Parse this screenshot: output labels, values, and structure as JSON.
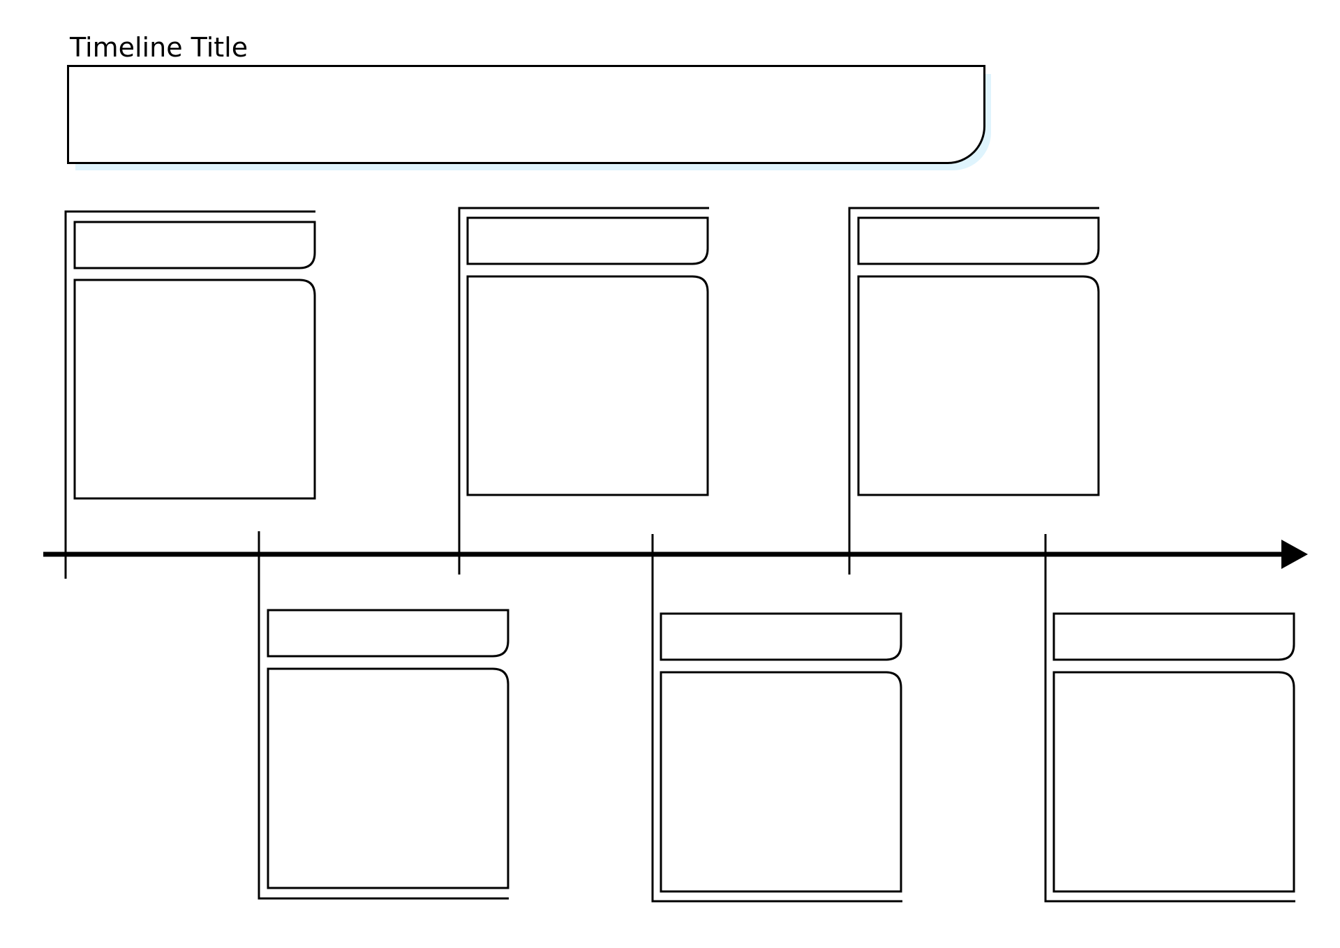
{
  "diagram": {
    "title": "Timeline Title",
    "colors": {
      "stroke": "#000000",
      "background": "#ffffff",
      "title_shadow": "#dff4fd"
    },
    "events": [
      {
        "label": "",
        "details": "",
        "position": "above"
      },
      {
        "label": "",
        "details": "",
        "position": "below"
      },
      {
        "label": "",
        "details": "",
        "position": "above"
      },
      {
        "label": "",
        "details": "",
        "position": "below"
      },
      {
        "label": "",
        "details": "",
        "position": "above"
      },
      {
        "label": "",
        "details": "",
        "position": "below"
      }
    ],
    "axis": {
      "direction": "left-to-right",
      "arrow_icon": "arrow-right-icon"
    }
  }
}
